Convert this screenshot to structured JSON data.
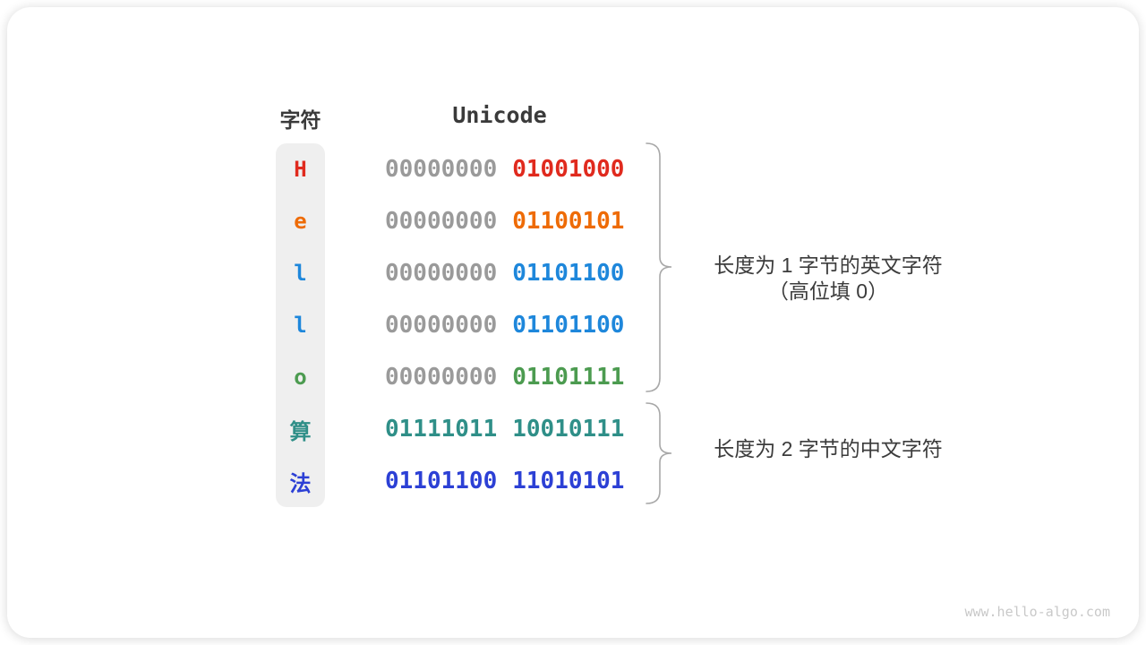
{
  "headers": {
    "char": "字符",
    "unicode": "Unicode"
  },
  "table": {
    "rows": [
      {
        "char": "H",
        "color": "#e02a1e",
        "byte1": "00000000",
        "byte2": "01001000",
        "byte1_muted": true
      },
      {
        "char": "e",
        "color": "#ee6b06",
        "byte1": "00000000",
        "byte2": "01100101",
        "byte1_muted": true
      },
      {
        "char": "l",
        "color": "#1e87db",
        "byte1": "00000000",
        "byte2": "01101100",
        "byte1_muted": true
      },
      {
        "char": "l",
        "color": "#1e87db",
        "byte1": "00000000",
        "byte2": "01101100",
        "byte1_muted": true
      },
      {
        "char": "o",
        "color": "#4c9b50",
        "byte1": "00000000",
        "byte2": "01101111",
        "byte1_muted": true
      },
      {
        "char": "算",
        "color": "#2f8f88",
        "byte1": "01111011",
        "byte2": "10010111",
        "byte1_muted": false
      },
      {
        "char": "法",
        "color": "#2c40d5",
        "byte1": "01101100",
        "byte2": "11010101",
        "byte1_muted": false
      }
    ]
  },
  "annotations": {
    "english": {
      "line1": "长度为 1 字节的英文字符",
      "line2": "（高位填 0）"
    },
    "chinese": {
      "line1": "长度为 2 字节的中文字符"
    }
  },
  "watermark": "www.hello-algo.com",
  "colors": {
    "muted_byte": "#9a9a9a",
    "heading_text": "#3a3a3a",
    "annotation_text": "#3c3c3c",
    "brace": "#a8a8a8",
    "char_column_bg": "#efefef",
    "watermark_text": "#c9c9c9",
    "card_bg": "#ffffff"
  }
}
